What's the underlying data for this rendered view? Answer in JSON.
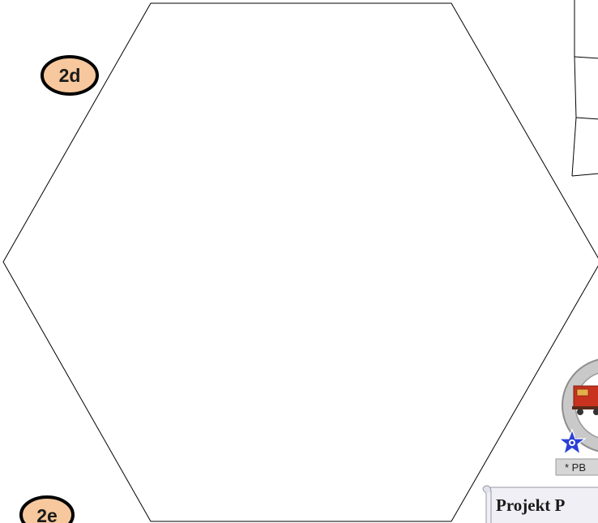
{
  "badges": {
    "top": "2d",
    "bottom": "2e"
  },
  "emblem": {
    "plate_text": "* PB",
    "scroll_text": "Projekt P"
  },
  "colors": {
    "badge_fill": "#f7c89d",
    "badge_stroke": "#000000",
    "hex_stroke": "#000000",
    "wagon_red": "#c8321e",
    "star_blue": "#2a3fd6",
    "ring_grey": "#a9a9a9",
    "scroll_fill": "#efeff5"
  }
}
